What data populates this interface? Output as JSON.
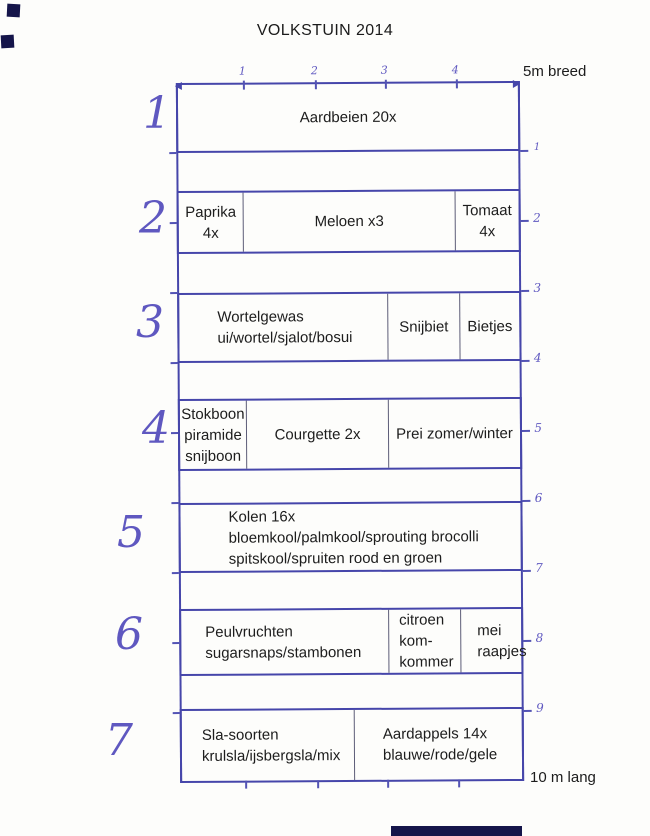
{
  "title": "VOLKSTUIN 2014",
  "dimensions": {
    "width_label": "5m breed",
    "length_label": "10 m lang"
  },
  "ruler": {
    "top_ticks": [
      "1",
      "2",
      "3",
      "4"
    ],
    "right_marks": [
      "1",
      "2",
      "3",
      "4",
      "5",
      "6",
      "7",
      "8",
      "9"
    ]
  },
  "colors": {
    "ink": "#4646aa",
    "handwriting": "#5f58c0",
    "text": "#1d1d1d"
  },
  "beds": [
    {
      "number": "1",
      "cells": [
        {
          "lines": [
            "Aardbeien 20x"
          ]
        }
      ]
    },
    {
      "number": "2",
      "cells": [
        {
          "lines": [
            "Paprika",
            "4x"
          ]
        },
        {
          "lines": [
            "Meloen x3"
          ]
        },
        {
          "lines": [
            "Tomaat",
            "4x"
          ]
        }
      ]
    },
    {
      "number": "3",
      "cells": [
        {
          "lines": [
            "Wortelgewas",
            "ui/wortel/sjalot/bosui"
          ]
        },
        {
          "lines": [
            "Snijbiet"
          ]
        },
        {
          "lines": [
            "Bietjes"
          ]
        }
      ]
    },
    {
      "number": "4",
      "cells": [
        {
          "lines": [
            "Stokboon",
            "piramide",
            "snijboon"
          ]
        },
        {
          "lines": [
            "Courgette 2x"
          ]
        },
        {
          "lines": [
            "Prei zomer/winter"
          ]
        }
      ]
    },
    {
      "number": "5",
      "cells": [
        {
          "lines": [
            "Kolen 16x",
            "bloemkool/palmkool/sprouting brocolli",
            "spitskool/spruiten rood en groen"
          ]
        }
      ]
    },
    {
      "number": "6",
      "cells": [
        {
          "lines": [
            "Peulvruchten",
            "sugarsnaps/stambonen"
          ]
        },
        {
          "lines": [
            "citroen",
            "kom-",
            "kommer"
          ]
        },
        {
          "lines": [
            "mei",
            "raapjes"
          ]
        }
      ]
    },
    {
      "number": "7",
      "cells": [
        {
          "lines": [
            "Sla-soorten",
            "krulsla/ijsbergsla/mix"
          ]
        },
        {
          "lines": [
            "Aardappels 14x",
            "blauwe/rode/gele"
          ]
        }
      ]
    }
  ]
}
